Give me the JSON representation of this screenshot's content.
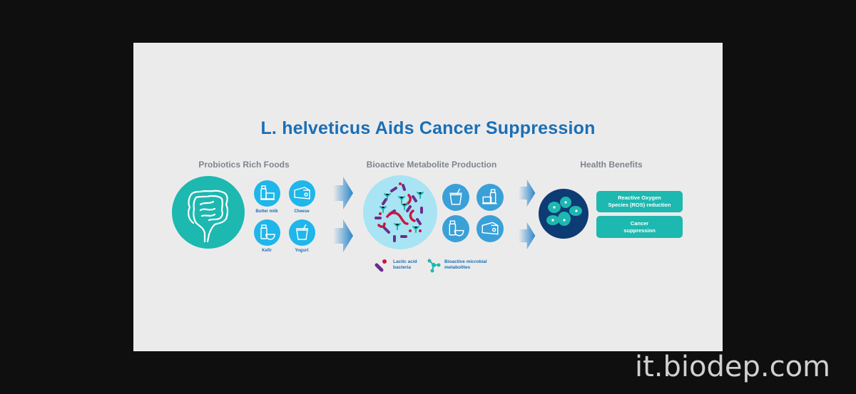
{
  "slide": {
    "title": "L. helveticus Aids Cancer Suppression",
    "sections": [
      {
        "heading": "Probiotics Rich Foods"
      },
      {
        "heading": "Bioactive Metabolite Production"
      },
      {
        "heading": "Health Benefits"
      }
    ],
    "foods": [
      {
        "label": "Butter milk",
        "icon": "buttermilk-icon"
      },
      {
        "label": "Cheese",
        "icon": "cheese-icon"
      },
      {
        "label": "Kefir",
        "icon": "kefir-icon"
      },
      {
        "label": "Yogurt",
        "icon": "yogurt-icon"
      }
    ],
    "legend": [
      {
        "label": "Lactic acid bacteria",
        "line1": "Lactic acid",
        "line2": "bacteria",
        "icon": "bacteria-icon"
      },
      {
        "label": "Bioactive microbial metabolites",
        "line1": "Bioactive microbial",
        "line2": "metabolites",
        "icon": "metabolite-icon"
      }
    ],
    "benefits": [
      {
        "line1": "Reactive Oxygen",
        "line2": "Species (ROS) reduction"
      },
      {
        "line1": "Cancer",
        "line2": "suppression"
      }
    ],
    "colors": {
      "title": "#1a6fb5",
      "heading": "#7d8590",
      "teal": "#1db8b0",
      "cyan": "#1fb6ea",
      "mid_blue": "#3aa0d8",
      "light_blue": "#a8e4f3",
      "navy": "#0d3b73",
      "bacteria_purple": "#6a2d8f",
      "bacteria_red": "#c8173f"
    }
  },
  "watermark": "it.biodep.com"
}
